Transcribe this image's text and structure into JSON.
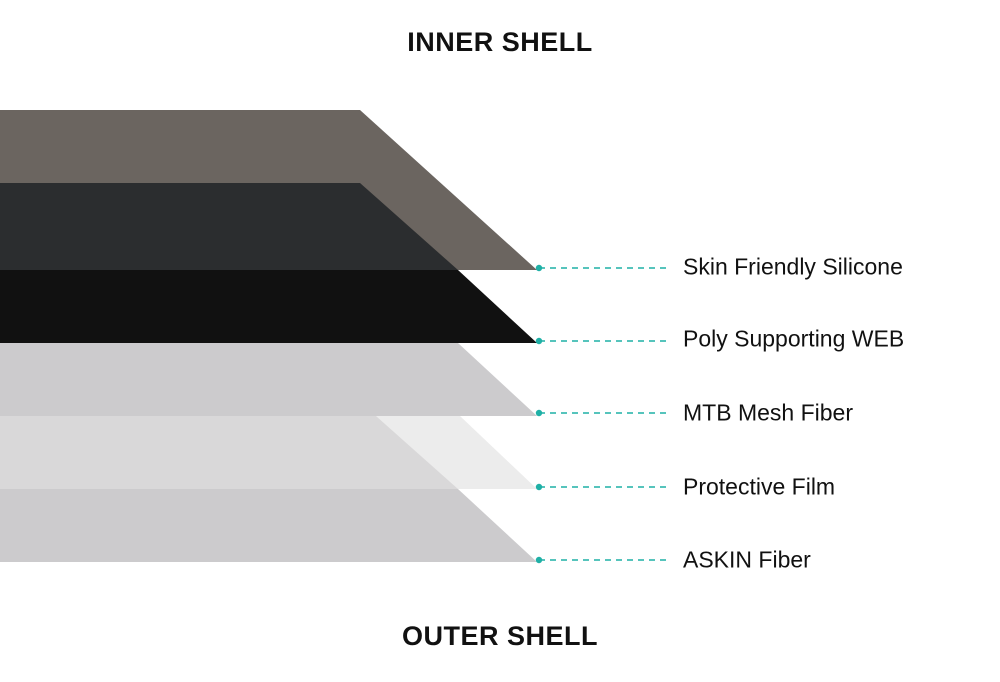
{
  "top_title": "INNER SHELL",
  "bottom_title": "OUTER SHELL",
  "layers": [
    {
      "label": "Skin Friendly Silicone",
      "color": "#6b6560"
    },
    {
      "label": "Poly Supporting WEB",
      "color": "#111111"
    },
    {
      "label": "MTB Mesh Fiber",
      "color": "#cccbcd"
    },
    {
      "label": "Protective Film",
      "color": "#ececec"
    },
    {
      "label": "ASKIN Fiber",
      "color": "#cccbcd"
    }
  ],
  "colors": {
    "accent": "#1fb0a6",
    "dark_layer": "#2b2d2f",
    "film_inner": "#d9d8d9"
  }
}
